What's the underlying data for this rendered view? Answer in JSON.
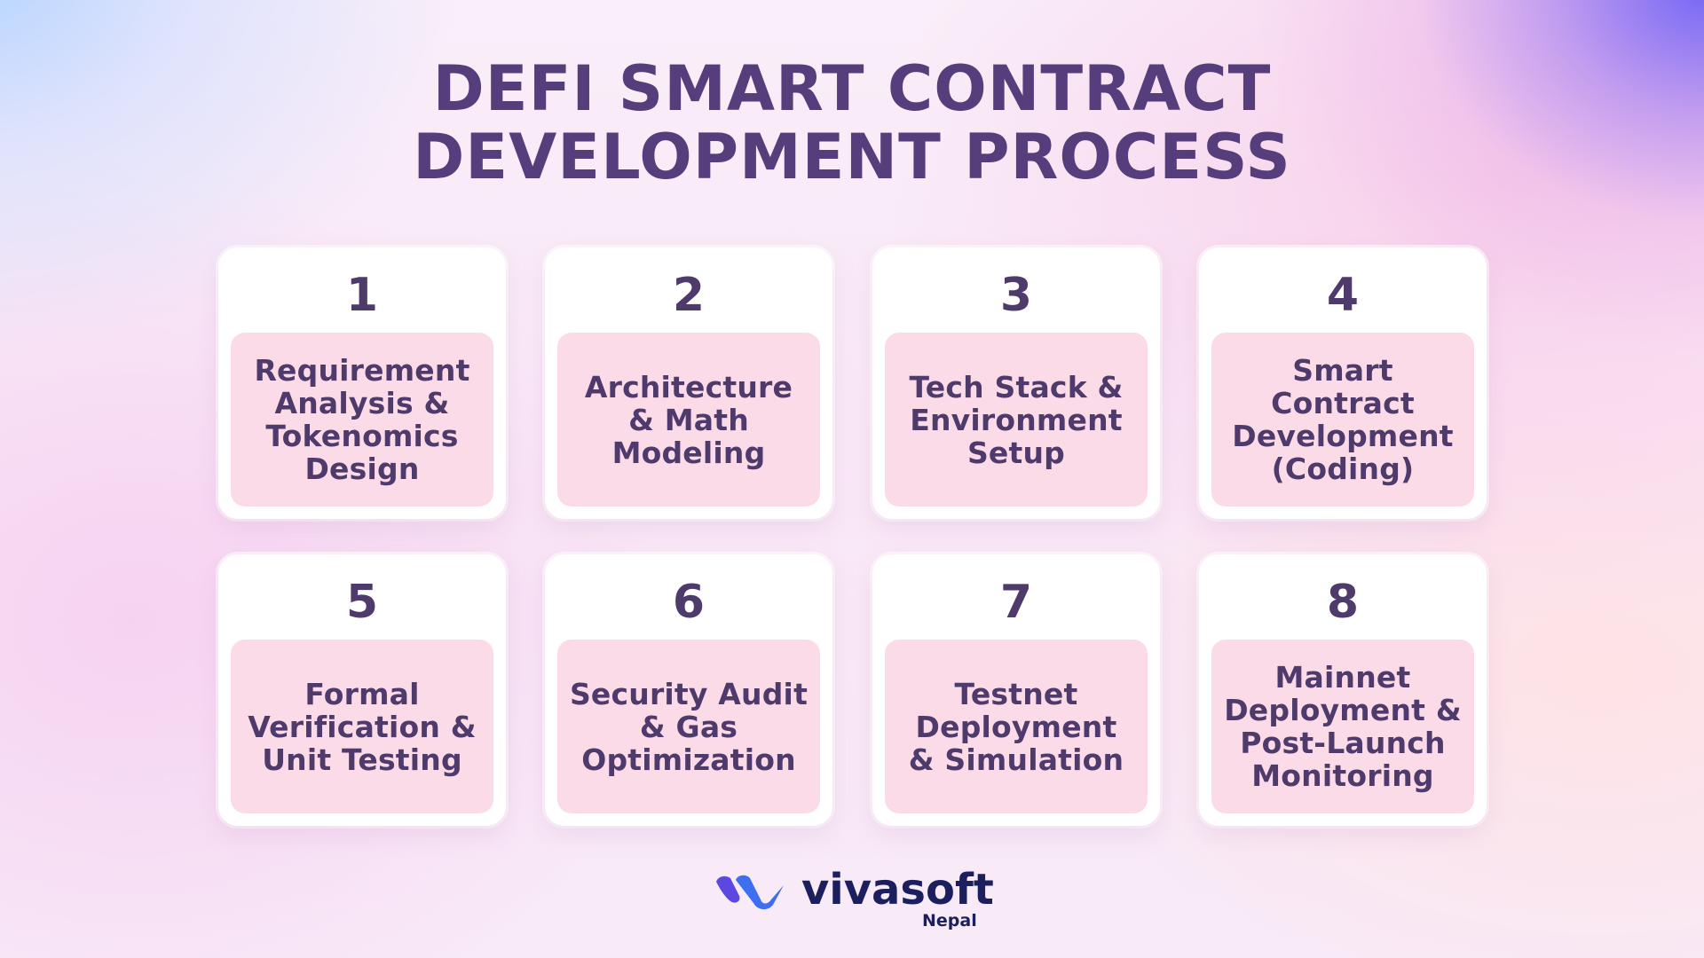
{
  "title": {
    "line1": "DEFI SMART CONTRACT",
    "line2": "DEVELOPMENT PROCESS",
    "color": "#563d7c"
  },
  "steps": [
    {
      "number": "1",
      "label": "Requirement\nAnalysis &\nTokenomics\nDesign"
    },
    {
      "number": "2",
      "label": "Architecture\n& Math\nModeling"
    },
    {
      "number": "3",
      "label": "Tech Stack &\nEnvironment\nSetup"
    },
    {
      "number": "4",
      "label": "Smart\nContract\nDevelopment\n(Coding)"
    },
    {
      "number": "5",
      "label": "Formal\nVerification &\nUnit Testing"
    },
    {
      "number": "6",
      "label": "Security Audit\n& Gas\nOptimization"
    },
    {
      "number": "7",
      "label": "Testnet\nDeployment\n& Simulation"
    },
    {
      "number": "8",
      "label": "Mainnet\nDeployment &\nPost-Launch\nMonitoring"
    }
  ],
  "colors": {
    "text": "#4e3a6b",
    "card_bg": "#ffffff",
    "panel_bg": "#fbdbe8"
  },
  "logo": {
    "brand": "vivasoft",
    "sub": "Nepal",
    "icon": "vivasoft-logo-icon",
    "colors": {
      "mark_left": "#5a48e0",
      "mark_right": "#3d6ff0",
      "text": "#1b1f5e"
    }
  }
}
